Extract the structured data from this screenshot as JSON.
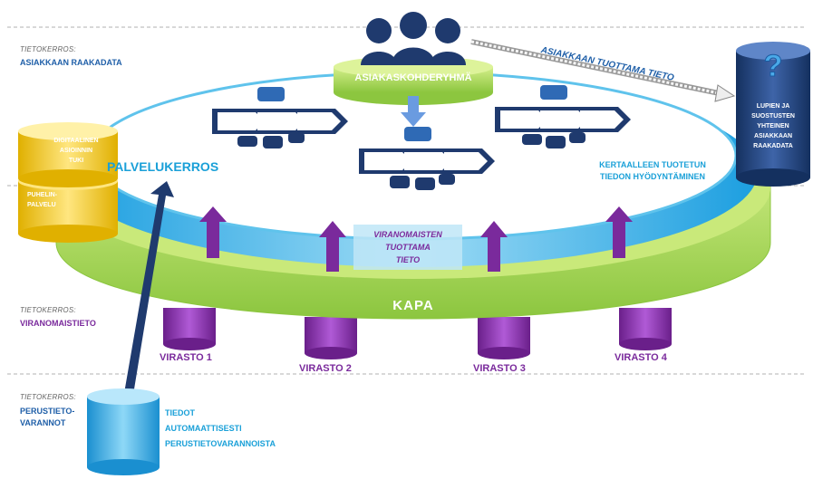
{
  "tiers": {
    "top": {
      "caption": "TIETOKERROS:",
      "name": "ASIAKKAAN RAAKADATA"
    },
    "middle": {
      "caption": "TIETOKERROS:",
      "name": "VIRANOMAISTIETO"
    },
    "bottom": {
      "caption": "TIETOKERROS:",
      "name": "PERUSTIETO-\nVARANNOT"
    }
  },
  "customer_group": "ASIAKASKOHDERYHMÄ",
  "customer_data_arrow": "ASIAKKAAN TUOTTAMA TIETO",
  "consent_store": "LUPIEN JA\nSUOSTUSTEN\nYHTEINEN\nASIAKKAAN\nRAAKADATA",
  "consent_icon": "question-mark-icon",
  "service_layer": "PALVELUKERROS",
  "reuse_text": "KERTAALLEEN TUOTETUN\nTIEDON HYÖDYNTÄMINEN",
  "authority_data": "VIRANOMAISTEN\nTUOTTAMA\nTIETO",
  "platform": "KAPA",
  "channels": [
    "DIGITAALINEN\nASIOINNIN\nTUKI",
    "PUHELIN-\nPALVELU"
  ],
  "agencies": [
    "VIRASTO 1",
    "VIRASTO 2",
    "VIRASTO 3",
    "VIRASTO 4"
  ],
  "base_registers": "TIEDOT\nAUTOMAATTISESTI\nPERUSTIETOVARANNOISTA",
  "colors": {
    "navy": "#1f3a6e",
    "cyan": "#1aa0d8",
    "green": "#a8d64a",
    "purple": "#7a2a9c",
    "yellow": "#f2c200"
  }
}
